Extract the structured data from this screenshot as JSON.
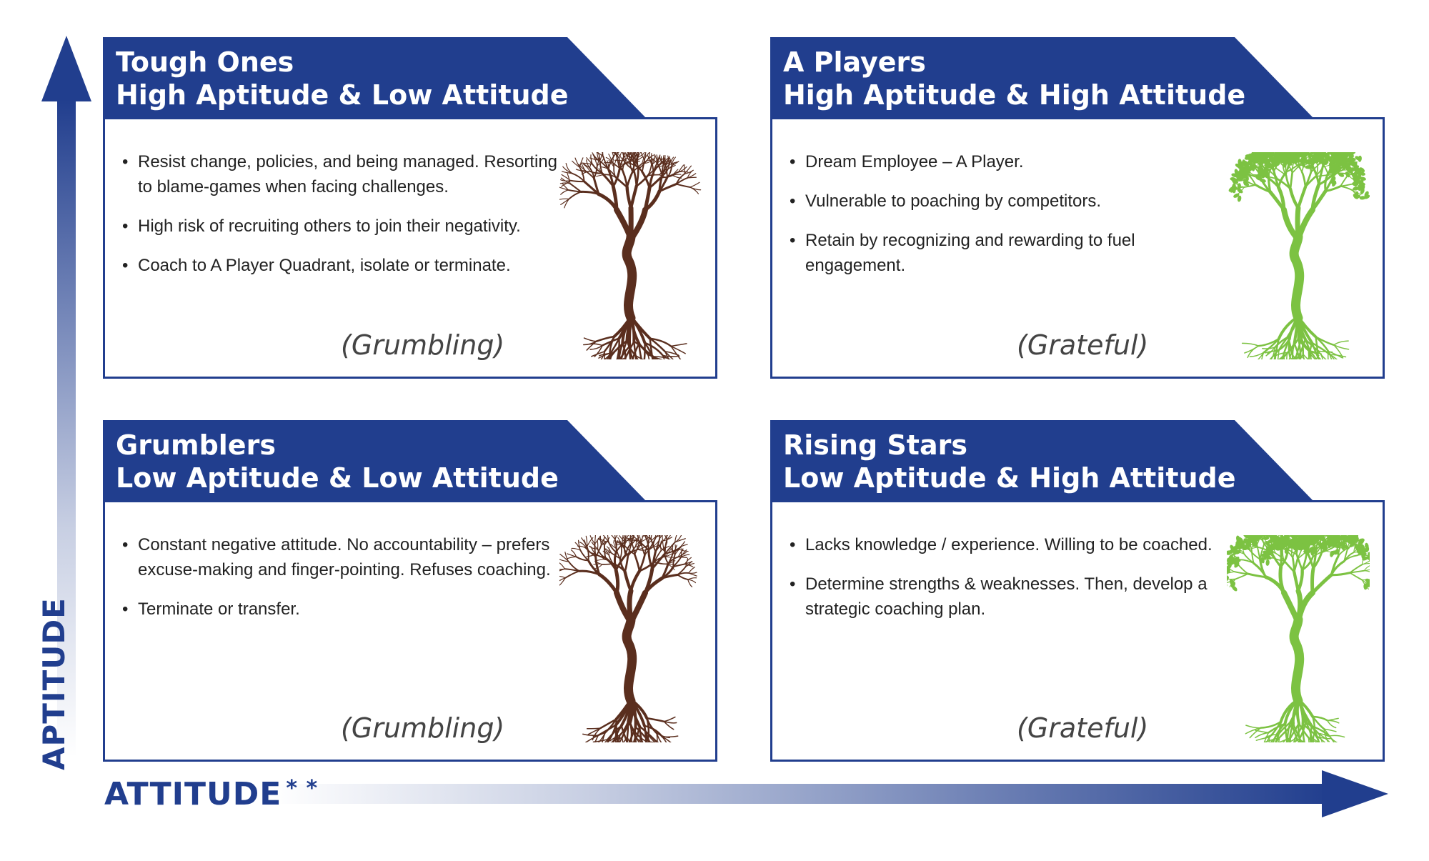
{
  "colors": {
    "navy": "#213e8e",
    "dark_tree": "#5a2e1e",
    "green_tree": "#7cc242"
  },
  "axes": {
    "y_label": "APTITUDE",
    "x_label": "ATTITUDE",
    "x_label_suffix": "* *"
  },
  "quadrants": {
    "tough_ones": {
      "title": "Tough Ones",
      "subtitle": "High Aptitude & Low Attitude",
      "bullets": [
        "Resist change, policies, and being managed. Resorting to blame-games when facing challenges.",
        "High risk of recruiting others to join their negativity.",
        "Coach to A Player Quadrant, isolate or terminate."
      ],
      "mood": "(Grumbling)",
      "tree": "bare-tree-icon"
    },
    "a_players": {
      "title": "A Players",
      "subtitle": "High Aptitude & High Attitude",
      "bullets": [
        "Dream Employee – A Player.",
        "Vulnerable to poaching by competitors.",
        "Retain by recognizing and rewarding to fuel engagement."
      ],
      "mood": "(Grateful)",
      "tree": "leafy-tree-icon"
    },
    "grumblers": {
      "title": "Grumblers",
      "subtitle": "Low Aptitude & Low Attitude",
      "bullets": [
        "Constant negative attitude. No accountability – prefers excuse-making and finger-pointing. Refuses coaching.",
        "Terminate or transfer."
      ],
      "mood": "(Grumbling)",
      "tree": "bare-tree-icon"
    },
    "rising_stars": {
      "title": "Rising Stars",
      "subtitle": "Low Aptitude & High Attitude",
      "bullets": [
        "Lacks knowledge / experience. Willing to be coached.",
        "Determine strengths & weaknesses. Then, develop a strategic coaching plan."
      ],
      "mood": "(Grateful)",
      "tree": "leafy-tree-icon"
    }
  }
}
